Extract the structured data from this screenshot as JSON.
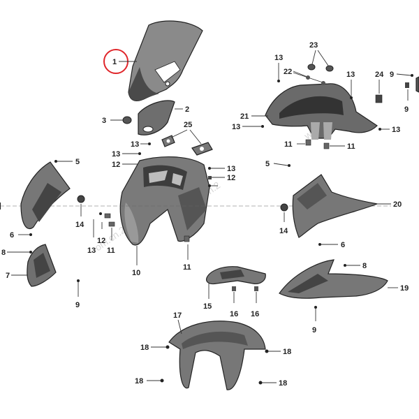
{
  "diagram": {
    "callouts": {
      "c1": "1",
      "c2": "2",
      "c3": "3",
      "c5a": "5",
      "c5b": "5",
      "c6a": "6",
      "c6b": "6",
      "c7": "7",
      "c8a": "8",
      "c8b": "8",
      "c9a": "9",
      "c9b": "9",
      "c9c": "9",
      "c9d": "9",
      "c10": "10",
      "c11a": "11",
      "c11b": "11",
      "c11c": "11",
      "c11d": "11",
      "c12a": "12",
      "c12b": "12",
      "c12c": "12",
      "c13a": "13",
      "c13b": "13",
      "c13c": "13",
      "c13d": "13",
      "c13e": "13",
      "c13f": "13",
      "c13g": "13",
      "c13h": "13",
      "c14a": "14",
      "c14b": "14",
      "c15": "15",
      "c16a": "16",
      "c16b": "16",
      "c17": "17",
      "c18a": "18",
      "c18b": "18",
      "c18c": "18",
      "c18d": "18",
      "c19": "19",
      "c20": "20",
      "c21": "21",
      "c22": "22",
      "c23": "23",
      "c24": "24",
      "c25": "25"
    },
    "watermarks": [
      "com.cn.2",
      "om.cn.2",
      "www.t"
    ],
    "highlight_color": "#e0262b",
    "line_color": "#222222"
  }
}
